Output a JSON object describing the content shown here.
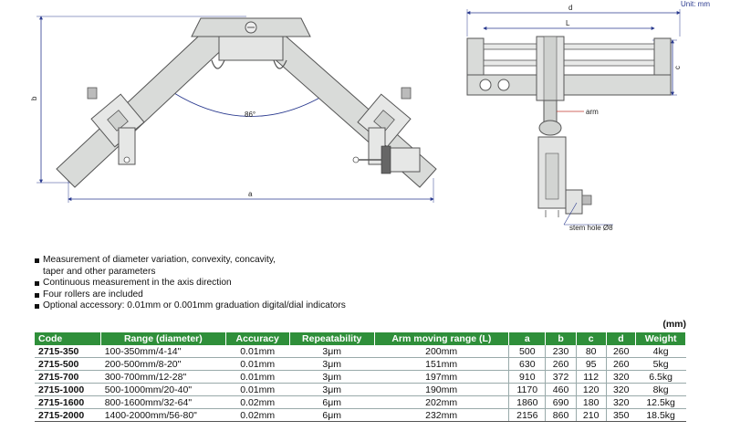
{
  "unit_note": "Unit: mm",
  "drawing": {
    "labels": {
      "a": "a",
      "b": "b",
      "angle": "86°",
      "d": "d",
      "L": "L",
      "c": "c",
      "arm": "arm",
      "stem_hole": "stem hole Ø8"
    }
  },
  "features": [
    "Measurement of diameter variation, convexity, concavity,",
    "taper and other parameters",
    "Continuous measurement in the axis direction",
    "Four rollers are included",
    "Optional accessory: 0.01mm or 0.001mm graduation digital/dial indicators"
  ],
  "feature_bullets": [
    true,
    false,
    true,
    true,
    true
  ],
  "table": {
    "unit": "(mm)",
    "headers": [
      "Code",
      "Range (diameter)",
      "Accuracy",
      "Repeatability",
      "Arm moving range (L)",
      "a",
      "b",
      "c",
      "d",
      "Weight"
    ],
    "rows": [
      [
        "2715-350",
        "100-350mm/4-14\"",
        "0.01mm",
        "3μm",
        "200mm",
        "500",
        "230",
        "80",
        "260",
        "4kg"
      ],
      [
        "2715-500",
        "200-500mm/8-20\"",
        "0.01mm",
        "3μm",
        "151mm",
        "630",
        "260",
        "95",
        "260",
        "5kg"
      ],
      [
        "2715-700",
        "300-700mm/12-28\"",
        "0.01mm",
        "3μm",
        "197mm",
        "910",
        "372",
        "112",
        "320",
        "6.5kg"
      ],
      [
        "2715-1000",
        "500-1000mm/20-40\"",
        "0.01mm",
        "3μm",
        "190mm",
        "1170",
        "460",
        "120",
        "320",
        "8kg"
      ],
      [
        "2715-1600",
        "800-1600mm/32-64\"",
        "0.02mm",
        "6μm",
        "202mm",
        "1860",
        "690",
        "180",
        "320",
        "12.5kg"
      ],
      [
        "2715-2000",
        "1400-2000mm/56-80\"",
        "0.02mm",
        "6μm",
        "232mm",
        "2156",
        "860",
        "210",
        "350",
        "18.5kg"
      ]
    ]
  },
  "colors": {
    "header_green": "#2f8f3a",
    "dimension_blue": "#2a3a8f",
    "part_gray": "#d9dbd9"
  }
}
